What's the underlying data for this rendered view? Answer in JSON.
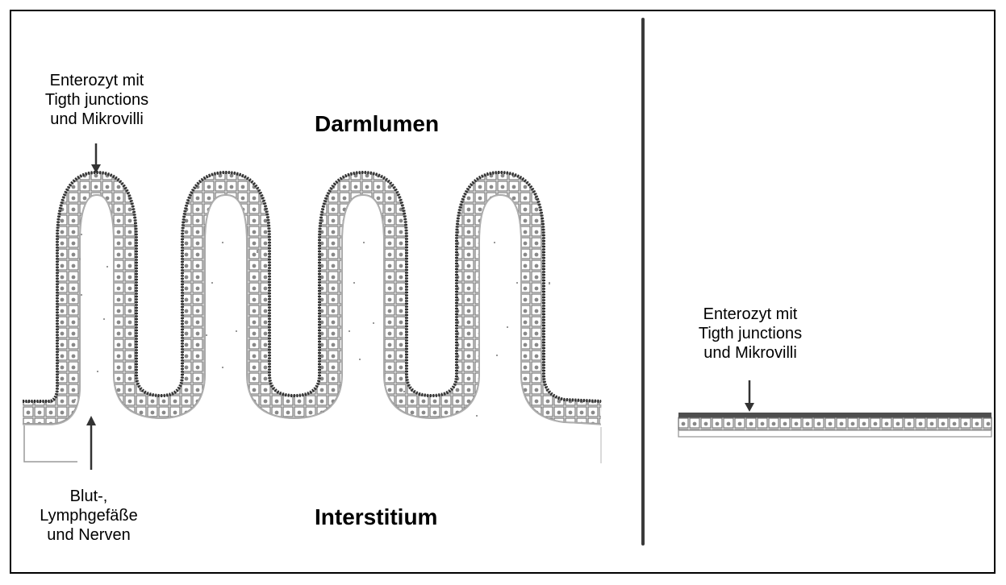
{
  "labels": {
    "lumen": "Darmlumen",
    "interstitium": "Interstitium",
    "enterocyte_left": [
      "Enterozyt mit",
      "Tigth junctions",
      "und Mikrovilli"
    ],
    "vessels": [
      "Blut-,",
      "Lymphgefäße",
      "und Nerven"
    ],
    "enterocyte_right": [
      "Enterozyt mit",
      "Tigth junctions",
      "und Mikrovilli"
    ]
  },
  "colors": {
    "epithelium_border": "#3a3a3a",
    "basement_membrane": "#9a9a9a",
    "divider": "#3a3a3a"
  }
}
